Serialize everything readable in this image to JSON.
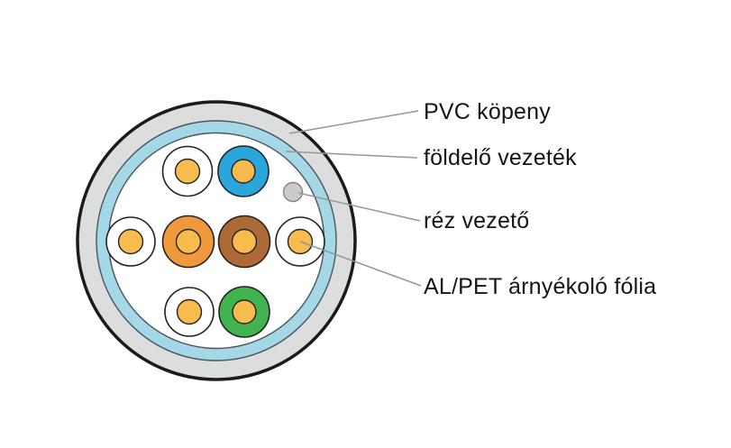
{
  "labels": {
    "pvc_jacket": "PVC köpeny",
    "ground_wire": "földelő vezeték",
    "copper_conductor": "réz vezető",
    "alpet_foil": "AL/PET árnyékoló fólia"
  },
  "colors": {
    "background": "#ffffff",
    "jacket_fill": "#dcdedd",
    "jacket_outline": "#1b1b1b",
    "foil_fill": "#a5d8e7",
    "foil_outline": "#49555a",
    "core_fill": "#ffffff",
    "wire_outline": "#222222",
    "pair_white": "#ffffff",
    "pair_blue": "#2ba6dd",
    "pair_orange": "#f0993c",
    "pair_brown": "#ae6a36",
    "pair_green": "#41b450",
    "copper_fill": "#f8bc4e",
    "ground_wire_fill": "#cbcbcb",
    "ground_wire_outline": "#848484",
    "leader_line": "#969696",
    "label_text": "#151515"
  },
  "wires": [
    {
      "position": "top-left",
      "insulation": "white"
    },
    {
      "position": "top-right",
      "insulation": "blue"
    },
    {
      "position": "middle-far-left",
      "insulation": "white"
    },
    {
      "position": "middle-left",
      "insulation": "orange"
    },
    {
      "position": "middle-right",
      "insulation": "brown"
    },
    {
      "position": "middle-far-right",
      "insulation": "white"
    },
    {
      "position": "bottom-left",
      "insulation": "white"
    },
    {
      "position": "bottom-right",
      "insulation": "green"
    }
  ]
}
